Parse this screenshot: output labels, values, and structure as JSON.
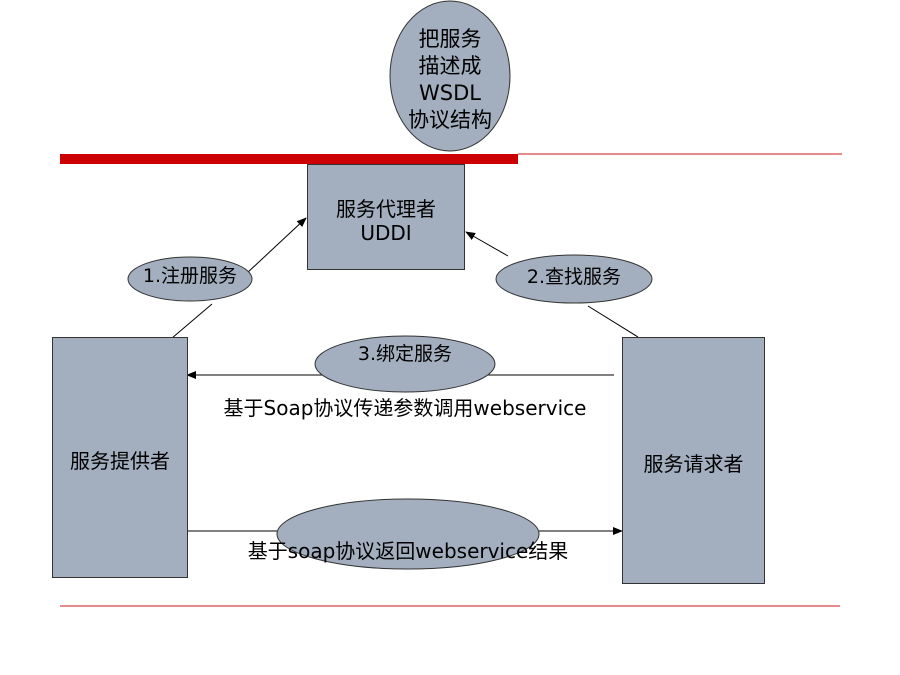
{
  "top_note": {
    "lines": [
      "把服务",
      "描述成",
      "WSDL",
      "协议结构"
    ]
  },
  "broker": {
    "line1": "服务代理者",
    "line2": "UDDI"
  },
  "provider": {
    "label": "服务提供者"
  },
  "requester": {
    "label": "服务请求者"
  },
  "steps": {
    "register": "1.注册服务",
    "find": "2.查找服务",
    "bind": "3.绑定服务"
  },
  "captions": {
    "request": "基于Soap协议传递参数调用webservice",
    "response": "基于soap协议返回webservice结果"
  },
  "colors": {
    "box_fill": "#a3afbf",
    "rule_accent": "#cc0000",
    "rule_thin": "#d21414"
  }
}
